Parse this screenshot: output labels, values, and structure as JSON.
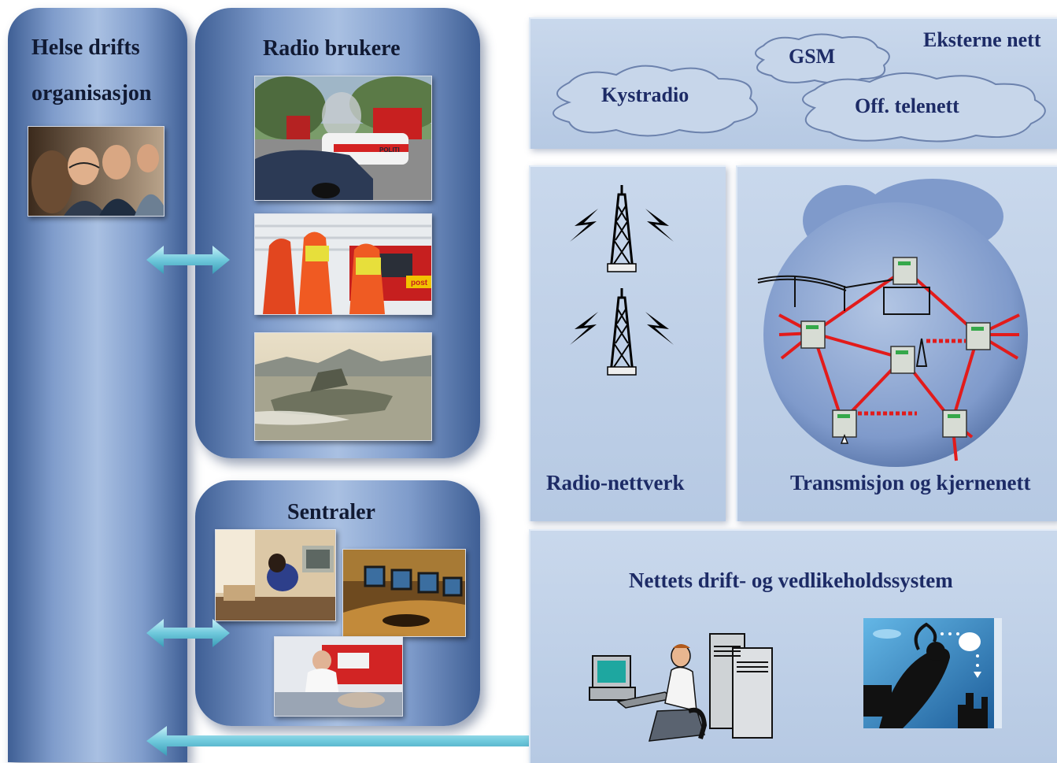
{
  "helse": {
    "line1": "Helse drifts",
    "line2": "organisasjon"
  },
  "radio_brukere": {
    "title": "Radio brukere"
  },
  "sentraler": {
    "title": "Sentraler"
  },
  "eksterne": {
    "title": "Eksterne nett",
    "clouds": [
      "Kystradio",
      "GSM",
      "Off. telenett"
    ]
  },
  "radio_nettverk": {
    "label": "Radio-nettverk"
  },
  "transmisjon": {
    "label": "Transmisjon og kjernenett"
  },
  "drift": {
    "label": "Nettets drift- og vedlikeholdssystem"
  },
  "police_car_text": "POLITI",
  "ambulance_text": "post",
  "colors": {
    "panel_blue": "#6f8ec2",
    "light_panel": "#c2d3ea",
    "link_red": "#e21b1b",
    "arrow": "#6fc9dc"
  }
}
